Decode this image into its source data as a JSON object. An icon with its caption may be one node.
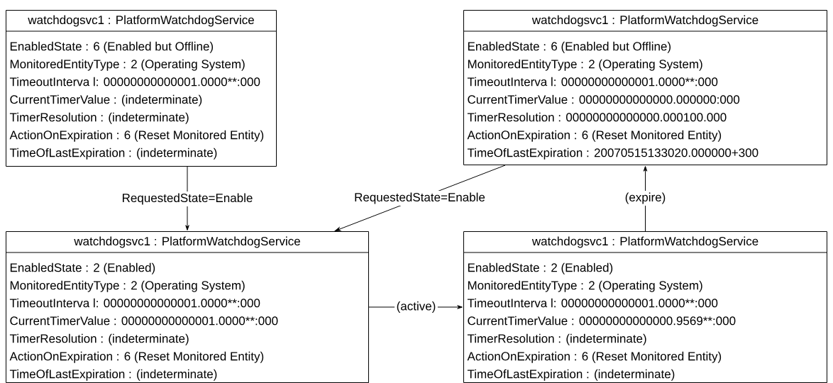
{
  "diagram": {
    "nodes": [
      {
        "text": [
          "watchdogsvc1 : PlatformWatchdogService",
          "EnabledState : 6 (Enabled but Offline)",
          "MonitoredEntityType : 2 (Operating System)",
          "TimeoutInterva l: 00000000000001.0000**:000",
          "CurrentTimerValue : (indeterminate)",
          "TimerResolution : (indeterminate)",
          "ActionOnExpiration : 6 (Reset Monitored Entity)",
          "TimeOfLastExpiration : (indeterminate)"
        ]
      },
      {
        "text": [
          "watchdogsvc1 : PlatformWatchdogService",
          "EnabledState : 6 (Enabled but Offline)",
          "MonitoredEntityType : 2 (Operating System)",
          "TimeoutInterva l: 00000000000001.0000**:000",
          "CurrentTimerValue : 00000000000000.000000:000",
          "TimerResolution : 00000000000000.000100.000",
          "ActionOnExpiration : 6 (Reset Monitored Entity)",
          "TimeOfLastExpiration : 20070515133020.000000+300"
        ]
      },
      {
        "text": [
          "watchdogsvc1 : PlatformWatchdogService",
          "EnabledState : 2 (Enabled)",
          "MonitoredEntityType : 2 (Operating System)",
          "TimeoutInterva l: 00000000000001.0000**:000",
          "CurrentTimerValue : 00000000000001.0000**:000",
          "TimerResolution : (indeterminate)",
          "ActionOnExpiration : 6 (Reset Monitored Entity)",
          "TimeOfLastExpiration : (indeterminate)"
        ]
      },
      {
        "text": [
          "watchdogsvc1 : PlatformWatchdogService",
          "EnabledState : 2 (Enabled)",
          "MonitoredEntityType : 2 (Operating System)",
          "TimeoutInterva l: 00000000000001.0000**:000",
          "CurrentTimerValue : 00000000000000.9569**:000",
          "TimerResolution : (indeterminate)",
          "ActionOnExpiration : 6 (Reset Monitored Entity)",
          "TimeOfLastExpiration : (indeterminate)"
        ]
      }
    ],
    "edges": [
      {
        "from": 0,
        "to": 2,
        "arrow": "to",
        "label": "RequestedState=Enable"
      },
      {
        "from": 1,
        "to": 2,
        "arrow": "to",
        "label": "RequestedState=Enable"
      },
      {
        "from": 2,
        "to": 3,
        "arrow": "to",
        "label": "(active)"
      },
      {
        "from": 3,
        "to": 1,
        "arrow": "to",
        "label": "(expire)"
      }
    ]
  }
}
